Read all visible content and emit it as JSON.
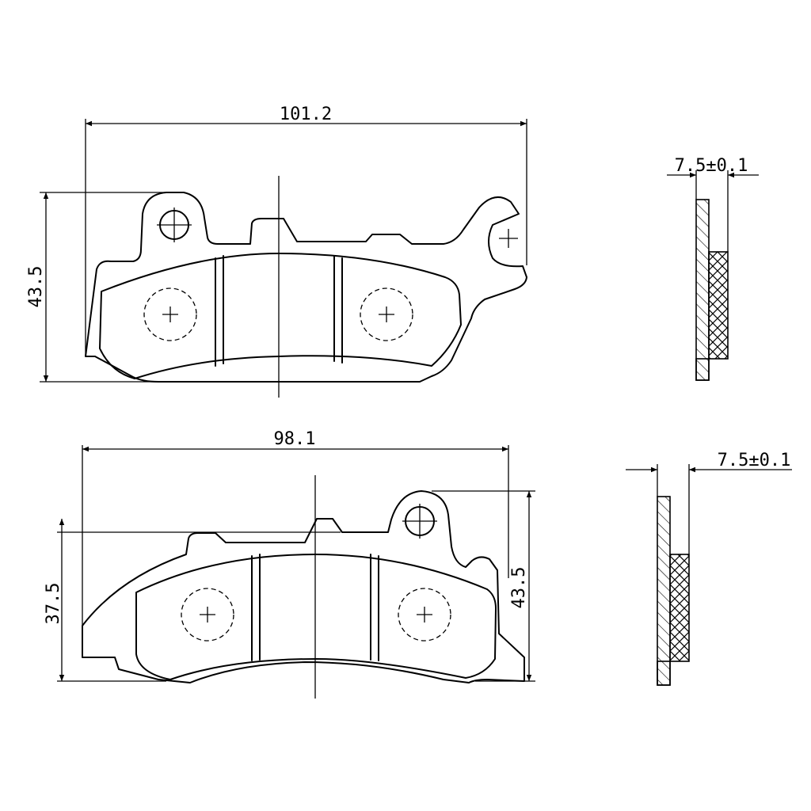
{
  "top_view": {
    "width_label": "101.2",
    "height_label": "43.5",
    "thickness_label": "7.5±0.1"
  },
  "bottom_view": {
    "width_label": "98.1",
    "height_left_label": "37.5",
    "height_right_label": "43.5",
    "thickness_label": "7.5±0.1"
  }
}
